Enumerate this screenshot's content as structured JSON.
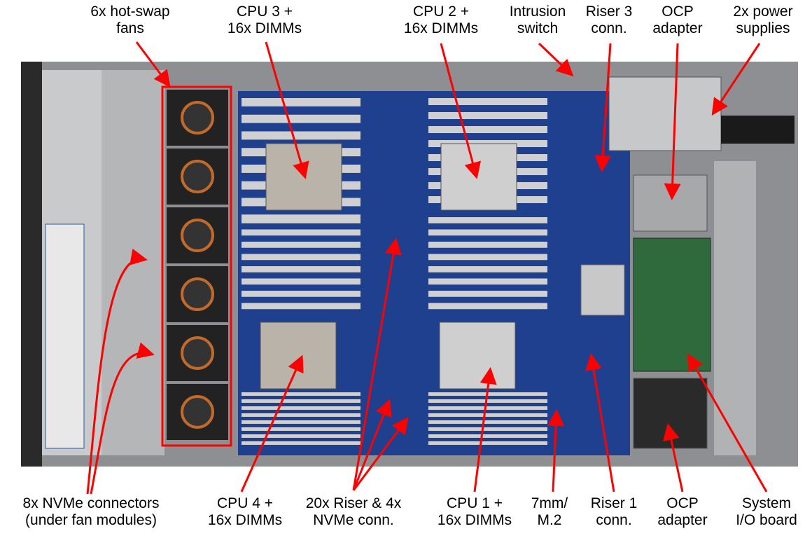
{
  "labels_top": [
    {
      "id": "fans",
      "lines": [
        "6x hot-swap",
        "fans"
      ]
    },
    {
      "id": "cpu3",
      "lines": [
        "CPU 3 +",
        "16x DIMMs"
      ]
    },
    {
      "id": "cpu2",
      "lines": [
        "CPU 2 +",
        "16x DIMMs"
      ]
    },
    {
      "id": "intrusion",
      "lines": [
        "Intrusion",
        "switch"
      ]
    },
    {
      "id": "riser3",
      "lines": [
        "Riser 3",
        "conn."
      ]
    },
    {
      "id": "ocp-top",
      "lines": [
        "OCP",
        "adapter"
      ]
    },
    {
      "id": "psu",
      "lines": [
        "2x power",
        "supplies"
      ]
    }
  ],
  "labels_bottom": [
    {
      "id": "nvme",
      "lines": [
        "8x NVMe connectors",
        "(under fan modules)"
      ]
    },
    {
      "id": "cpu4",
      "lines": [
        "CPU 4 +",
        "16x DIMMs"
      ]
    },
    {
      "id": "riser20",
      "lines": [
        "20x Riser & 4x",
        "NVMe conn."
      ]
    },
    {
      "id": "cpu1",
      "lines": [
        "CPU 1 +",
        "16x DIMMs"
      ]
    },
    {
      "id": "m2",
      "lines": [
        "7mm/",
        "M.2"
      ]
    },
    {
      "id": "riser1",
      "lines": [
        "Riser 1",
        "conn."
      ]
    },
    {
      "id": "ocp-bottom",
      "lines": [
        "OCP",
        "adapter"
      ]
    },
    {
      "id": "sysio",
      "lines": [
        "System",
        "I/O board"
      ]
    }
  ],
  "colors": {
    "arrow": "#ff0000",
    "board": "#1f3f8f",
    "chassis": "#9a9a9a",
    "fan": "#222222",
    "fan_highlight": "#ff0000"
  }
}
